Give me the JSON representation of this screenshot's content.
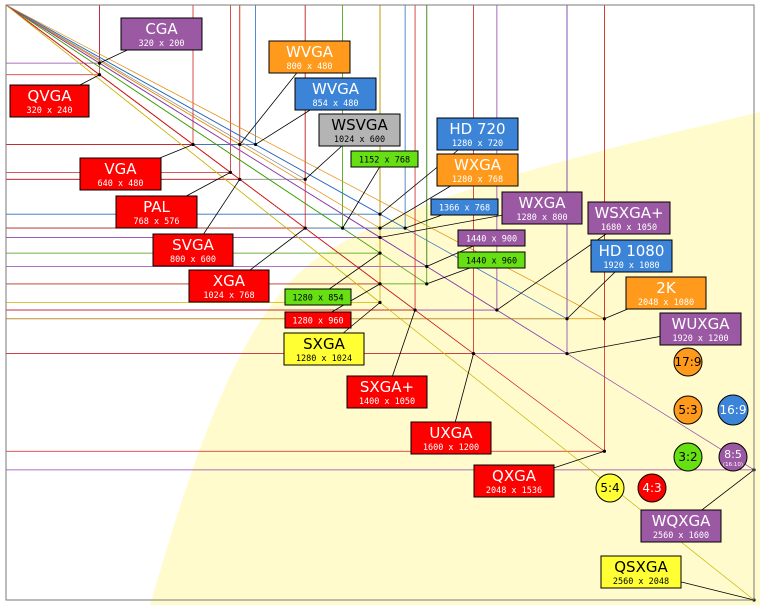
{
  "palette": {
    "red": "#ff0000",
    "purple": "#9b59a3",
    "orange": "#ff9a1c",
    "blue": "#3c84d8",
    "gray": "#b4b4b4",
    "green": "#66e012",
    "yellow": "#ffff33",
    "highlight_region": "#fffbcc"
  },
  "resolutions": [
    {
      "name": "CGA",
      "dims": "320 x 200",
      "color": "purple"
    },
    {
      "name": "QVGA",
      "dims": "320 x 240",
      "color": "red"
    },
    {
      "name": "WVGA",
      "dims": "800 x 480",
      "color": "orange"
    },
    {
      "name": "WVGA",
      "dims": "854 x 480",
      "color": "blue"
    },
    {
      "name": "WSVGA",
      "dims": "1024 x 600",
      "color": "gray"
    },
    {
      "name": "",
      "dims": "1152 x 768",
      "color": "green"
    },
    {
      "name": "HD 720",
      "dims": "1280 x 720",
      "color": "blue"
    },
    {
      "name": "WXGA",
      "dims": "1280 x 768",
      "color": "orange"
    },
    {
      "name": "VGA",
      "dims": "640 x 480",
      "color": "red"
    },
    {
      "name": "PAL",
      "dims": "768 x 576",
      "color": "red"
    },
    {
      "name": "",
      "dims": "1366 x 768",
      "color": "blue"
    },
    {
      "name": "WXGA",
      "dims": "1280 x 800",
      "color": "purple"
    },
    {
      "name": "WSXGA+",
      "dims": "1680 x 1050",
      "color": "purple"
    },
    {
      "name": "SVGA",
      "dims": "800 x 600",
      "color": "red"
    },
    {
      "name": "",
      "dims": "1440 x 900",
      "color": "purple"
    },
    {
      "name": "HD 1080",
      "dims": "1920 x 1080",
      "color": "blue"
    },
    {
      "name": "",
      "dims": "1440 x 960",
      "color": "green"
    },
    {
      "name": "XGA",
      "dims": "1024 x 768",
      "color": "red"
    },
    {
      "name": "2K",
      "dims": "2048 x 1080",
      "color": "orange"
    },
    {
      "name": "",
      "dims": "1280 x 854",
      "color": "green"
    },
    {
      "name": "WUXGA",
      "dims": "1920 x 1200",
      "color": "purple"
    },
    {
      "name": "",
      "dims": "1280 x 960",
      "color": "red"
    },
    {
      "name": "SXGA",
      "dims": "1280 x 1024",
      "color": "yellow"
    },
    {
      "name": "SXGA+",
      "dims": "1400 x 1050",
      "color": "red"
    },
    {
      "name": "UXGA",
      "dims": "1600 x 1200",
      "color": "red"
    },
    {
      "name": "QXGA",
      "dims": "2048 x 1536",
      "color": "red"
    },
    {
      "name": "WQXGA",
      "dims": "2560 x 1600",
      "color": "purple"
    },
    {
      "name": "QSXGA",
      "dims": "2560 x 2048",
      "color": "yellow"
    }
  ],
  "aspect_ratios": [
    {
      "label": "17:9",
      "color": "orange"
    },
    {
      "label": "5:3",
      "color": "orange"
    },
    {
      "label": "16:9",
      "color": "blue"
    },
    {
      "label": "3:2",
      "color": "green"
    },
    {
      "label": "8:5",
      "color": "purple"
    },
    {
      "label": "(16:10)",
      "color": "purple"
    },
    {
      "label": "5:4",
      "color": "yellow"
    },
    {
      "label": "4:3",
      "color": "red"
    }
  ]
}
